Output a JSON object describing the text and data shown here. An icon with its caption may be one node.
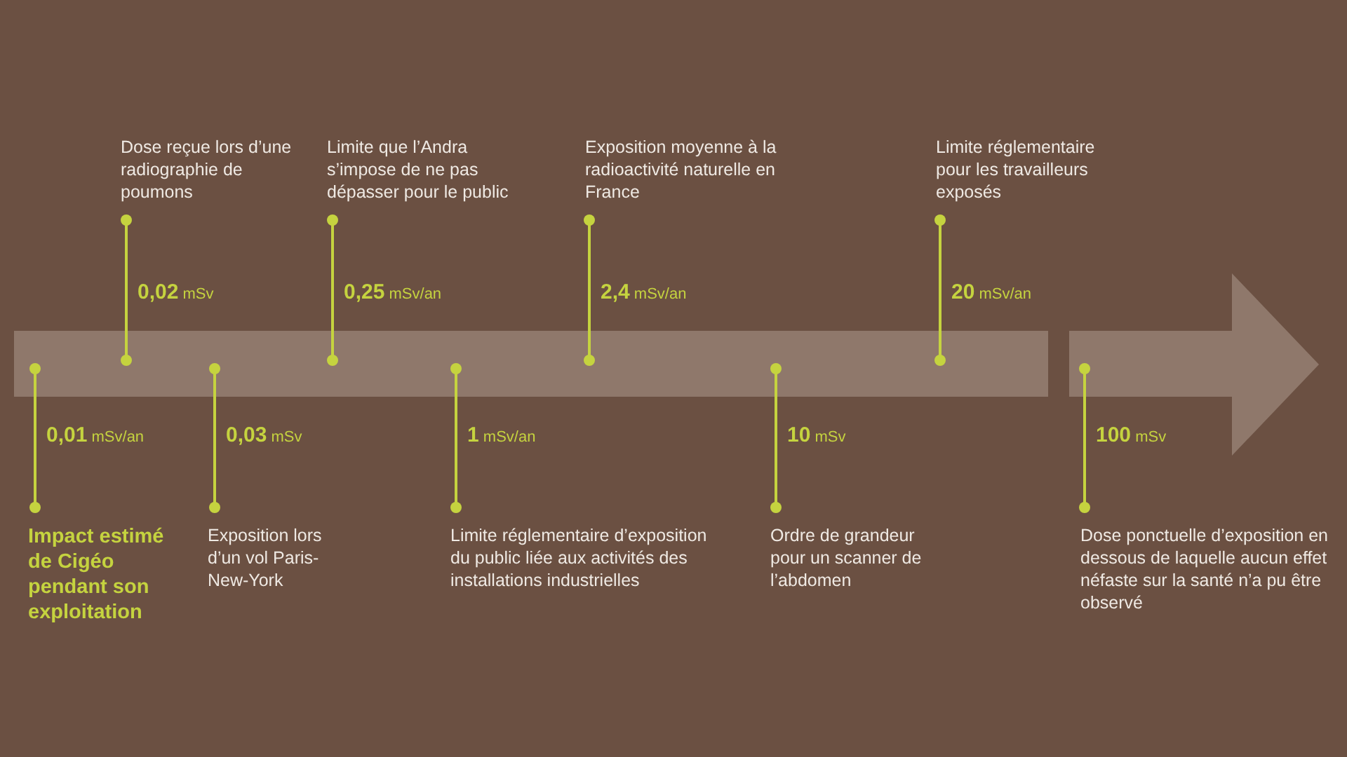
{
  "diagram": {
    "nodes": [
      {
        "text": [
          "Impact estimé de Cigéo pendant son exploitation"
        ]
      },
      {
        "text": [
          "Dose reçue lors d’une radiographie de poumons"
        ]
      },
      {
        "text": [
          "Exposition lors d’un vol Paris-New-York"
        ]
      },
      {
        "text": [
          "Limite que l’Andra s’impose de ne pas dépasser pour le public"
        ]
      },
      {
        "text": [
          "Limite réglementaire d’exposition du public liée aux activités des installations industrielles"
        ]
      },
      {
        "text": [
          "Exposition moyenne à la radioactivité naturelle en France"
        ]
      },
      {
        "text": [
          "Ordre de grandeur pour un scanner de l’abdomen"
        ]
      },
      {
        "text": [
          "Limite réglementaire pour les travailleurs exposés"
        ]
      },
      {
        "text": [
          "Dose ponctuelle d’exposition en dessous de laquelle aucun effet néfaste sur la santé n’a pu être observé"
        ]
      },
      {
        "text": [],
        "shape": "bar"
      },
      {
        "text": [],
        "shape": "arrow"
      }
    ],
    "edges": [
      {
        "from": 0,
        "to": 9,
        "arrow": "other"
      },
      {
        "from": 1,
        "to": 9,
        "arrow": "other"
      },
      {
        "from": 2,
        "to": 9,
        "arrow": "other"
      },
      {
        "from": 3,
        "to": 9,
        "arrow": "other"
      },
      {
        "from": 4,
        "to": 9,
        "arrow": "other"
      },
      {
        "from": 5,
        "to": 9,
        "arrow": "other"
      },
      {
        "from": 6,
        "to": 9,
        "arrow": "other"
      },
      {
        "from": 7,
        "to": 9,
        "arrow": "other"
      },
      {
        "from": 8,
        "to": 10,
        "arrow": "other"
      }
    ],
    "labels": [
      "**0,02** mSv",
      "**0,25** mSv/an",
      "**2,4** mSv/an",
      "**20** mSv/an",
      "**0,01** mSv/an",
      "**0,03** mSv",
      "**1** mSv/an",
      "**10** mSv",
      "**100** mSv"
    ]
  }
}
